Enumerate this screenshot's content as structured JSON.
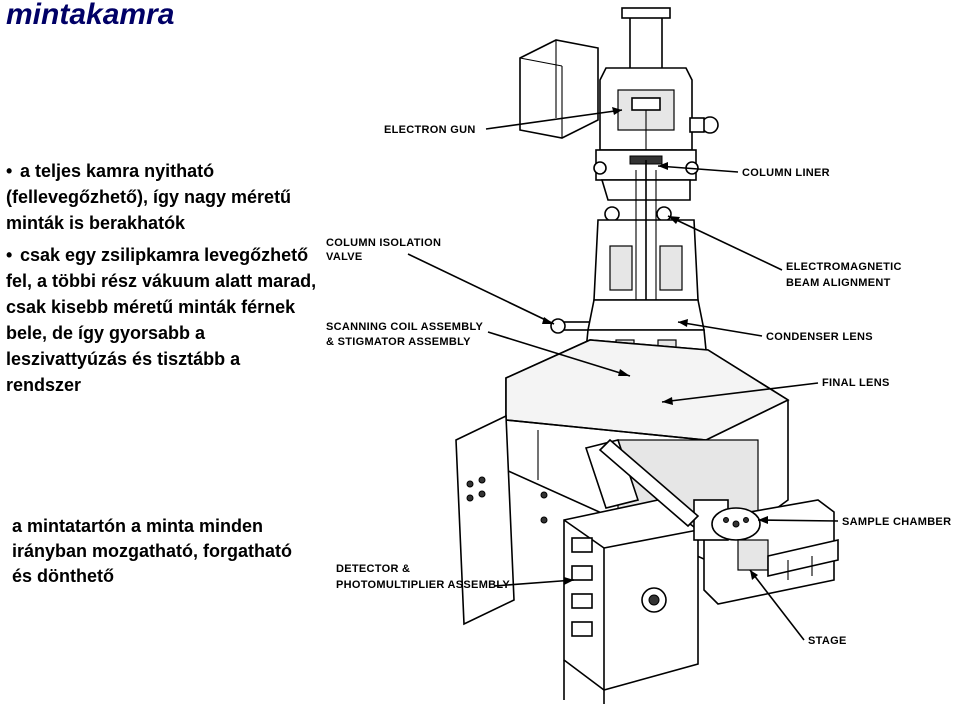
{
  "title": "mintakamra",
  "bullets": [
    "a teljes kamra nyitható (fellevegőzhető), így nagy méretű minták is berakhatók",
    "csak egy zsilipkamra levegőzhető fel, a többi rész vákuum alatt marad, csak kisebb méretű minták férnek bele, de így gyorsabb a leszivattyúzás és tisztább a rendszer"
  ],
  "bullet_glyph": "•",
  "sample_holder_text": "a mintatartón a minta minden irányban mozgatható, forgatható és dönthető",
  "diagram": {
    "labels": {
      "electron_gun": "ELECTRON GUN",
      "column_liner": "COLUMN LINER",
      "column_isolation_valve_1": "COLUMN ISOLATION",
      "column_isolation_valve_2": "VALVE",
      "em_beam_alignment_1": "ELECTROMAGNETIC",
      "em_beam_alignment_2": "BEAM ALIGNMENT",
      "scanning_coil_1": "SCANNING COIL ASSEMBLY",
      "scanning_coil_2": "& STIGMATOR ASSEMBLY",
      "condenser_lens": "CONDENSER LENS",
      "final_lens": "FINAL LENS",
      "sample_chamber": "SAMPLE CHAMBER",
      "detector_1": "DETECTOR &",
      "detector_2": "PHOTOMULTIPLIER ASSEMBLY",
      "stage": "STAGE"
    }
  }
}
